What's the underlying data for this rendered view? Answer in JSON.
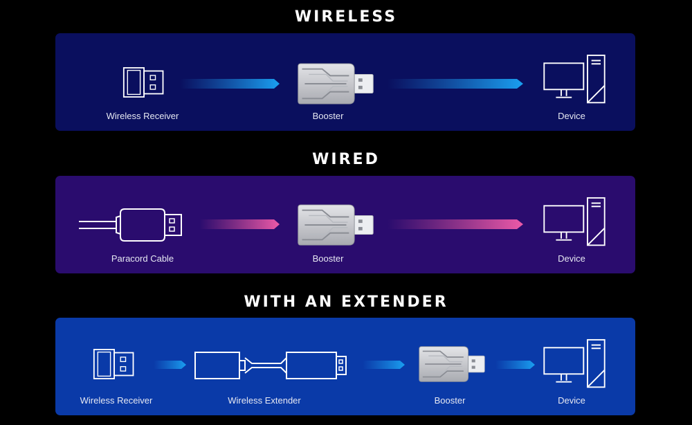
{
  "sections": [
    {
      "title": "WIRELESS",
      "labels": [
        "Wireless Receiver",
        "Booster",
        "Device"
      ],
      "panel_color": "#0a0f5e",
      "arrow_color": "#1a8fe8"
    },
    {
      "title": "WIRED",
      "labels": [
        "Paracord Cable",
        "Booster",
        "Device"
      ],
      "panel_color": "#2a0c6e",
      "arrow_color": "#e0509a"
    },
    {
      "title": "WITH AN EXTENDER",
      "labels": [
        "Wireless Receiver",
        "Wireless Extender",
        "Booster",
        "Device"
      ],
      "panel_color": "#0a3aa8",
      "arrow_color": "#1a9ff0"
    }
  ],
  "icons": {
    "receiver": "usb-receiver-icon",
    "booster": "booster-icon",
    "device": "computer-icon",
    "cable": "paracord-cable-icon",
    "extender": "wireless-extender-icon"
  }
}
